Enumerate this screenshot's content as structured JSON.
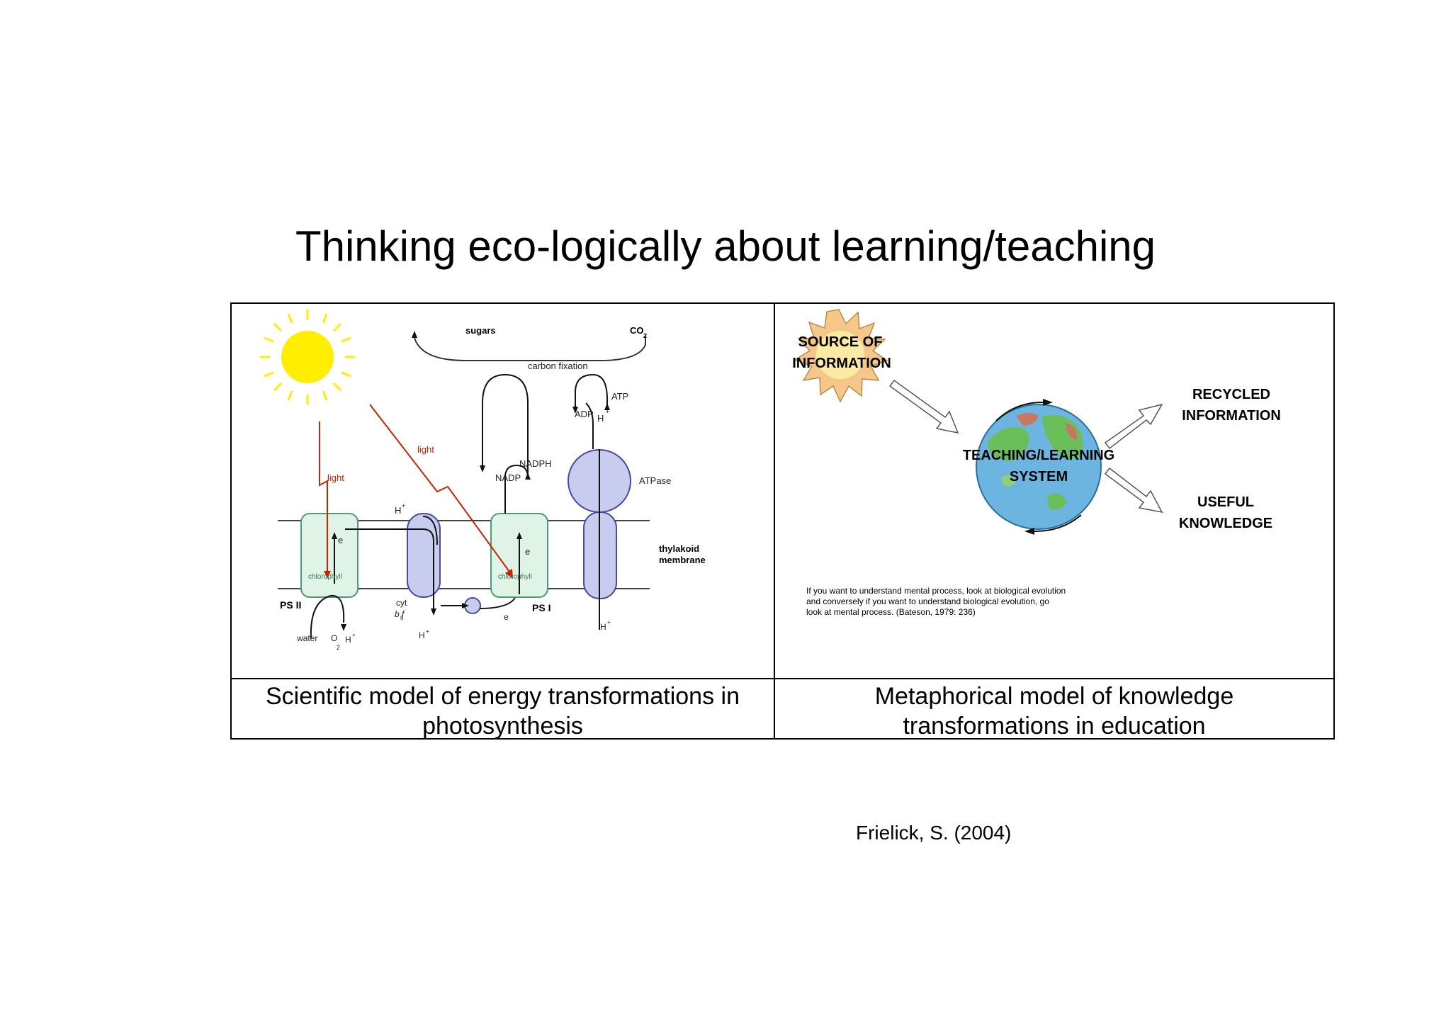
{
  "title": "Thinking eco-logically about learning/teaching",
  "photosynthesis": {
    "sugars": "sugars",
    "co2": "CO",
    "co2_sub": "2",
    "carbon_fixation": "carbon fixation",
    "atp": "ATP",
    "adp": "ADP",
    "h_plus": "H",
    "plus": "+",
    "nadph": "NADPH",
    "nadp": "NADP",
    "atpase": "ATPase",
    "light_1": "light",
    "light_2": "light",
    "electron": "e",
    "chlorophyll_1": "chlorophyll",
    "chlorophyll_2": "chlorophyll",
    "thylakoid": "thylakoid",
    "membrane": "membrane",
    "ps2": "PS II",
    "ps1": "PS I",
    "cyt": "cyt",
    "b6f": "b f",
    "b6f_sub": "6",
    "water": "water",
    "o2": "O",
    "o2_sub": "2"
  },
  "metaphor": {
    "source_line1": "SOURCE OF",
    "source_line2": "INFORMATION",
    "system_line1": "TEACHING/LEARNING",
    "system_line2": "SYSTEM",
    "recycled_line1": "RECYCLED",
    "recycled_line2": "INFORMATION",
    "useful_line1": "USEFUL",
    "useful_line2": "KNOWLEDGE",
    "quote_line1": "If you want to understand mental process, look at biological evolution",
    "quote_line2": "and conversely if you want to understand biological evolution, go",
    "quote_line3": "look at mental process.  (Bateson, 1979: 236)"
  },
  "captions": {
    "left_line1": "Scientific model of energy transformations in",
    "left_line2": "photosynthesis",
    "right_line1": "Metaphorical model of knowledge",
    "right_line2": "transformations in education"
  },
  "citation": "Frielick, S. (2004)",
  "colors": {
    "sun": "#ffee00",
    "light_ray": "#cc2200",
    "photosystem_fill": "#dff3e6",
    "photosystem_stroke": "#4f9a78",
    "cyt_fill": "#c8cdf0",
    "cyt_stroke": "#4a4a9a",
    "burst_fill": "#f5c78a",
    "burst_core": "#fbeaa2",
    "globe_ocean": "#6cb5e0",
    "globe_land": "#6bbf5a"
  }
}
